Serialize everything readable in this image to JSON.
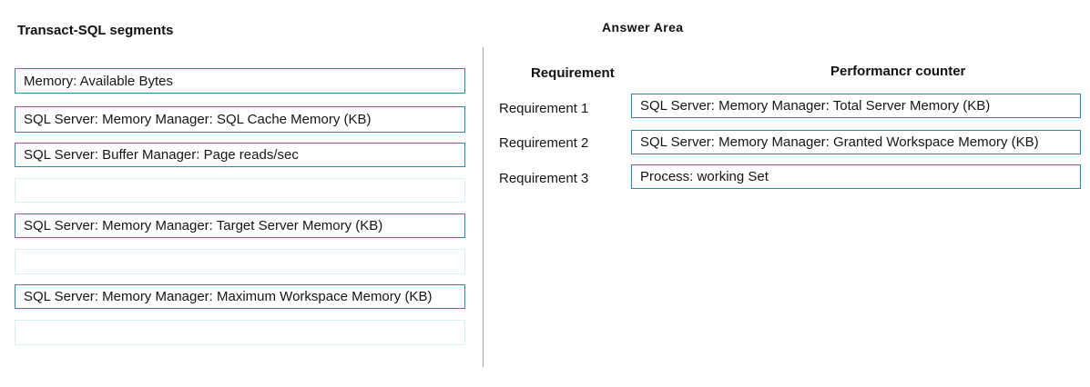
{
  "segments": {
    "title": "Transact-SQL segments",
    "items": [
      "Memory: Available Bytes",
      "SQL Server: Memory Manager: SQL Cache Memory (KB)",
      "SQL Server: Buffer Manager: Page reads/sec",
      "",
      "SQL Server: Memory Manager: Target Server Memory (KB)",
      "",
      "SQL Server: Memory Manager: Maximum Workspace Memory (KB)",
      ""
    ]
  },
  "answer_area": {
    "title": "Answer Area",
    "requirement_header": "Requirement",
    "counter_header": "Performancr counter",
    "rows": [
      {
        "requirement": "Requirement 1",
        "counter": "SQL Server: Memory Manager: Total Server Memory (KB)"
      },
      {
        "requirement": "Requirement 2",
        "counter": "SQL Server: Memory Manager: Granted Workspace Memory (KB)"
      },
      {
        "requirement": "Requirement 3",
        "counter": "Process: working Set"
      }
    ]
  }
}
